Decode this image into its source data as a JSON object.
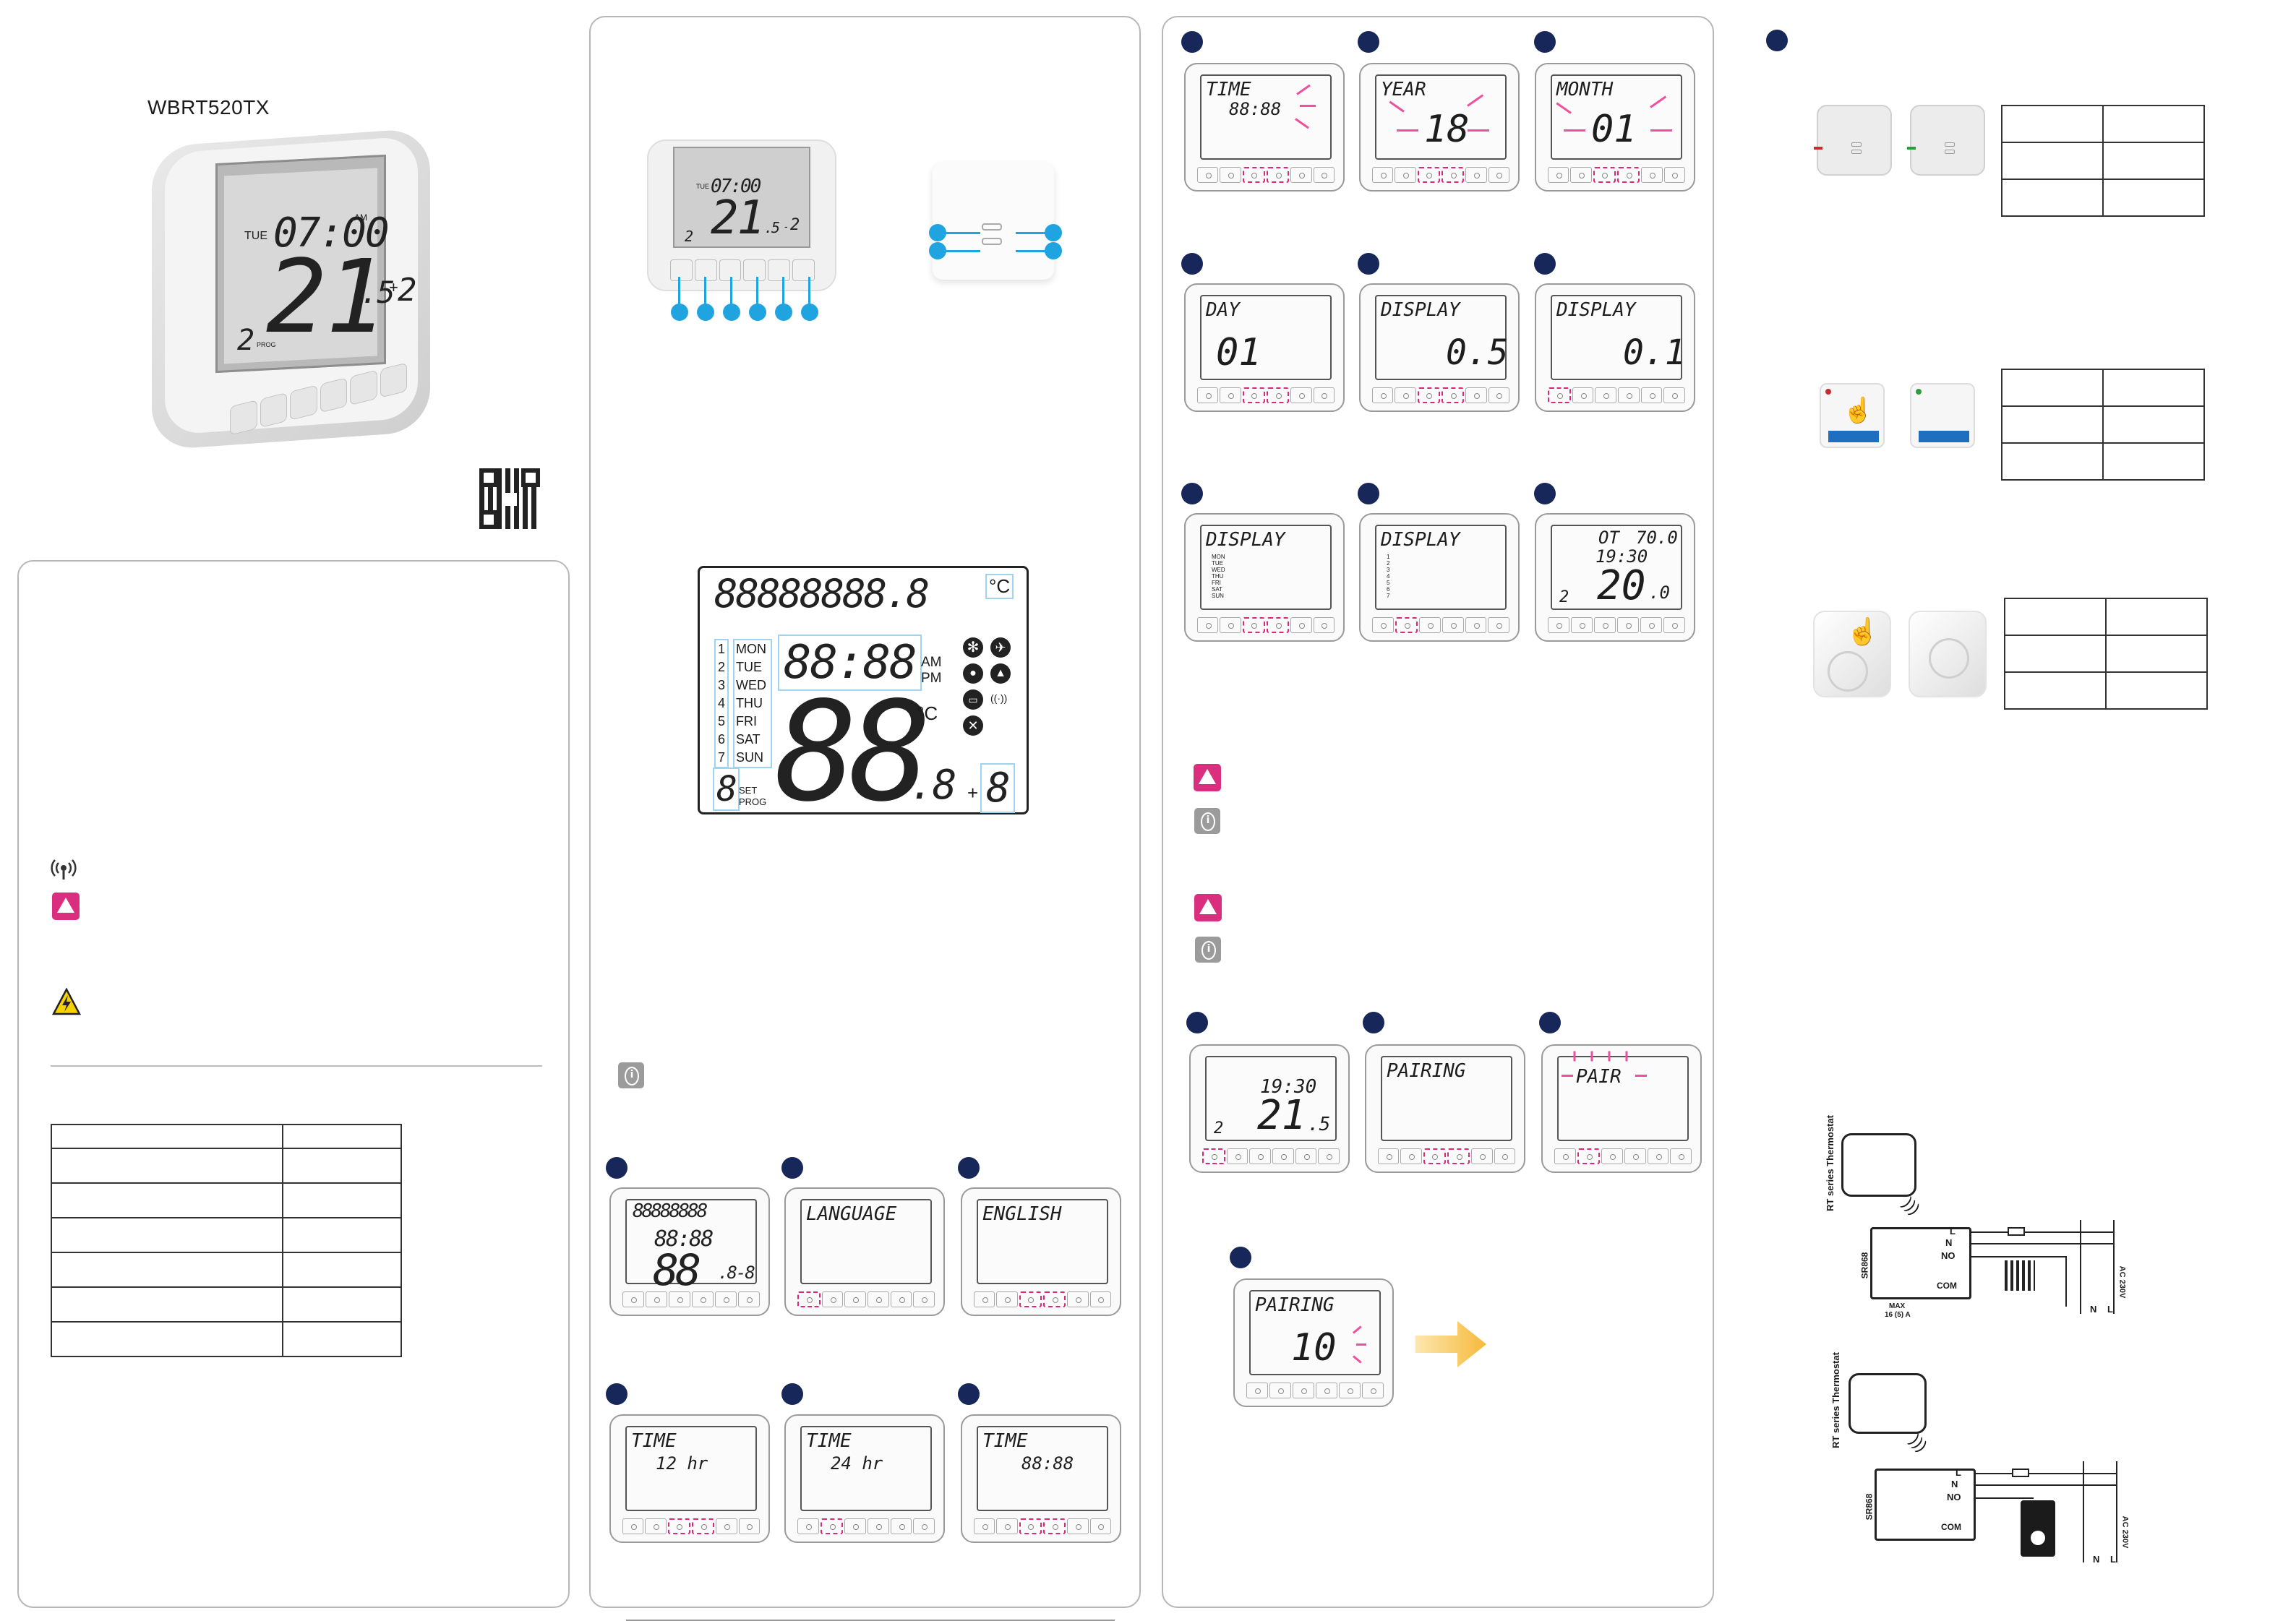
{
  "panel1": {
    "model": "WBRT520TX",
    "device": {
      "day": "TUE",
      "time": "07:00",
      "am": "AM",
      "temp": "21",
      "dec": ".5",
      "sign": "+",
      "offset": "2",
      "prog_num": "2",
      "prog": "PROG"
    },
    "icons": [
      "wireless-icon",
      "warning-icon",
      "electric-hazard-icon"
    ]
  },
  "panel2": {
    "small_device": {
      "day": "TUE",
      "time": "07:00",
      "temp": "21",
      "dec": ".5",
      "sign": "-",
      "offset": "2",
      "prog_num": "2"
    },
    "lcd": {
      "top": "88888888.8",
      "top_unit": "°C",
      "days": [
        "MON",
        "TUE",
        "WED",
        "THU",
        "FRI",
        "SAT",
        "SUN"
      ],
      "day_nums": [
        "1",
        "2",
        "3",
        "4",
        "5",
        "6",
        "7"
      ],
      "clock": "88:88",
      "am": "AM",
      "pm": "PM",
      "big": "88",
      "big_dec": ".8",
      "big_unit": "°C",
      "plus": "+",
      "offset": "8",
      "prog_num": "8",
      "set": "SET",
      "prog": "PROG"
    },
    "screens": [
      {
        "text": ""
      },
      {
        "text": "LANGUAGE"
      },
      {
        "text": "ENGLISH"
      },
      {
        "line1": "TIME",
        "line2": "12 hr"
      },
      {
        "line1": "TIME",
        "line2": "24 hr"
      },
      {
        "line1": "TIME",
        "line2": "88:88"
      }
    ]
  },
  "panel3": {
    "screens": [
      {
        "line1": "TIME",
        "line2": "88:88"
      },
      {
        "line1": "YEAR",
        "line2": "18"
      },
      {
        "line1": "MONTH",
        "line2": "01"
      },
      {
        "line1": "DAY",
        "line2": "01"
      },
      {
        "line1": "DISPLAY",
        "line2": "0.5"
      },
      {
        "line1": "DISPLAY",
        "line2": "0.1"
      },
      {
        "line1": "DISPLAY",
        "lines": [
          "MON",
          "TUE",
          "WED",
          "THU",
          "FRI",
          "SAT",
          "SUN"
        ]
      },
      {
        "line1": "DISPLAY",
        "lines": [
          "1",
          "2",
          "3",
          "4",
          "5",
          "6",
          "7"
        ]
      },
      {
        "line1": "OT",
        "line1b": "70.0",
        "time": "19:30",
        "temp": "20",
        "dec": ".0",
        "prog_num": "2"
      }
    ],
    "pair_screens": [
      {
        "time": "19:30",
        "temp": "21",
        "dec": ".5",
        "prog_num": "2"
      },
      {
        "line1": "PAIRING"
      },
      {
        "line1": "PAIR"
      }
    ],
    "final": {
      "line1": "PAIRING",
      "line2": "10"
    }
  },
  "panel4": {
    "wiring1": {
      "thermostat": "RT series Thermostat",
      "receiver": "SR868",
      "terms": [
        "L",
        "N",
        "NO",
        "COM"
      ],
      "max": "MAX",
      "rating": "16 (5) A",
      "supply": "AC 230V",
      "sl": "N",
      "sr": "L"
    },
    "wiring2": {
      "thermostat": "RT series Thermostat",
      "receiver": "SR868",
      "terms": [
        "L",
        "N",
        "NO",
        "COM"
      ],
      "supply": "AC 230V",
      "sl": "N",
      "sr": "L"
    }
  },
  "colors": {
    "navy": "#17275a",
    "pink": "#d92f7e",
    "blue": "#1fa4e0",
    "arrow": "#f6b93b"
  }
}
